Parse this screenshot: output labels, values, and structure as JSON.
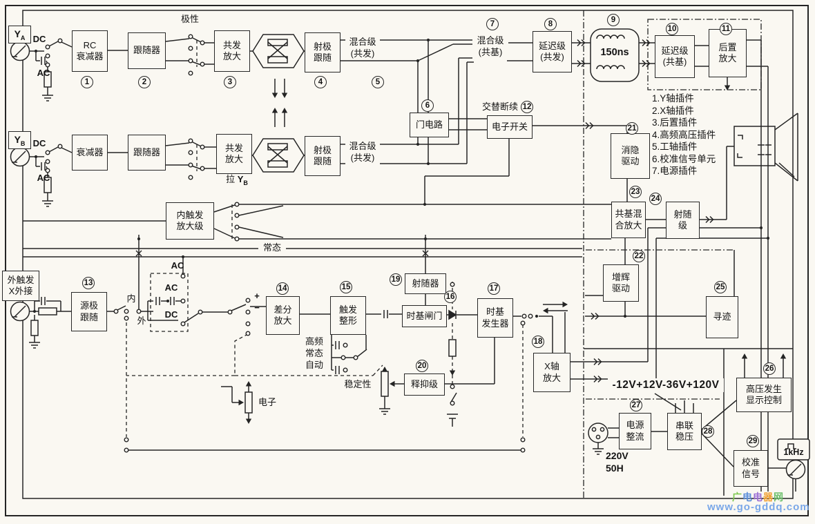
{
  "watermark": {
    "chars": [
      "广",
      "电",
      "电",
      "器",
      "网"
    ],
    "url": "www.go-gddq.com"
  },
  "legend": [
    "1.Y轴插件",
    "2.X轴插件",
    "3.后置插件",
    "4.高频高压插件",
    "5.工轴插件",
    "6.校准信号单元",
    "7.电源插件"
  ],
  "channels": {
    "ya": {
      "main": "Y",
      "sub": "A"
    },
    "yb": {
      "main": "Y",
      "sub": "B"
    },
    "pull_yb": {
      "prefix": "拉 ",
      "main": "Y",
      "sub": "B"
    }
  },
  "blocks": {
    "rc_attenuator": {
      "num": "1",
      "label": "RC\n衰减器"
    },
    "follower_a": {
      "num": "2",
      "label": "跟随器"
    },
    "ce_amp_a": {
      "num": "3",
      "label": "共发\n放大"
    },
    "emitter_follower_a": {
      "num": "4",
      "label": "射极\n跟随"
    },
    "mixer_ce_a": {
      "num": "5",
      "label": "混合级\n(共发)"
    },
    "gate_circuit": {
      "num": "6",
      "label": "门电路"
    },
    "mixer_cb": {
      "num": "7",
      "label": "混合级\n(共基)"
    },
    "delay_ce": {
      "num": "8",
      "label": "延迟级\n(共发)"
    },
    "delay_line": {
      "num": "9",
      "label": "150ns"
    },
    "delay_cb": {
      "num": "10",
      "label": "延迟级\n(共基)"
    },
    "post_amp": {
      "num": "11",
      "label": "后置\n放大"
    },
    "electronic_switch": {
      "num": "12",
      "label": "电子开关",
      "caption": "交替断续"
    },
    "attenuator_b": {
      "label": "衰减器"
    },
    "follower_b": {
      "label": "跟随器"
    },
    "ce_amp_b": {
      "label": "共发\n放大"
    },
    "emitter_follower_b": {
      "label": "射极\n跟随"
    },
    "mixer_ce_b": {
      "label": "混合级\n(共发)"
    },
    "int_trigger_amp": {
      "label": "内触发\n放大级"
    },
    "ext_trigger": {
      "label": "外触发\nX外接"
    },
    "source_follower": {
      "num": "13",
      "label": "源极\n跟随"
    },
    "diff_amp": {
      "num": "14",
      "label": "差分\n放大"
    },
    "trigger_shaper": {
      "num": "15",
      "label": "触发\n整形"
    },
    "timebase_gate": {
      "num": "16",
      "label": "时基闸门"
    },
    "timebase_gen": {
      "num": "17",
      "label": "时基\n发生器"
    },
    "x_amp": {
      "num": "18",
      "label": "X轴\n放大"
    },
    "emitter_follower_19": {
      "num": "19",
      "label": "射随器"
    },
    "holdoff": {
      "num": "20",
      "label": "释抑级"
    },
    "blanking_drive": {
      "num": "21",
      "label": "消隐\n驱动"
    },
    "brighten_drive": {
      "num": "22",
      "label": "增辉\n驱动"
    },
    "cb_mixer_amp": {
      "num": "23",
      "label": "共基混\n合放大"
    },
    "follower_stage": {
      "num": "24",
      "label": "射随\n级"
    },
    "trace_finder": {
      "num": "25",
      "label": "寻迹"
    },
    "hv_display": {
      "num": "26",
      "label": "高压发生\n显示控制"
    },
    "power_rectifier": {
      "num": "27",
      "label": "电源\n整流"
    },
    "series_regulator": {
      "num": "28",
      "label": "串联\n稳压"
    },
    "cal_signal": {
      "num": "29",
      "label": "校准\n信号"
    },
    "khz_box": {
      "label": "1kHz"
    }
  },
  "labels": {
    "polarity": "极性",
    "dc_a": "DC",
    "ac_a": "AC",
    "dc_b": "DC",
    "ac_b": "AC",
    "normal_mode": "常态",
    "internal": "内",
    "external": "外",
    "trig_ac_top": "AC",
    "trig_ac": "AC",
    "trig_dc": "DC",
    "plus": "+",
    "minus": "−",
    "trig_modes": "高频\n常态\n自动",
    "stability": "稳定性",
    "electron": "电子",
    "supply_rails": "-12V+12V-36V+120V",
    "mains": "220V\n50H"
  }
}
